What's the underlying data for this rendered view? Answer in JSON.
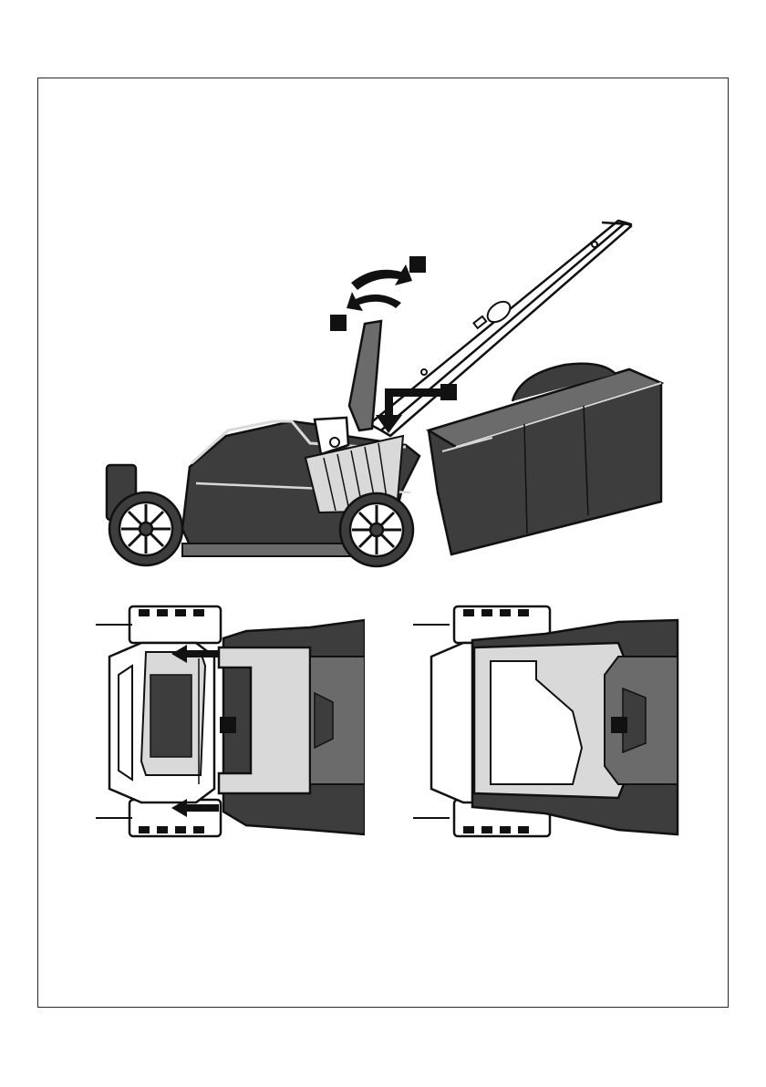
{
  "colors": {
    "frame": "#2a2a2a",
    "body_dark": "#3d3d3d",
    "body_mid": "#6b6b6b",
    "body_light": "#d9d9d9",
    "outline": "#111111",
    "marker": "#111111"
  },
  "figures": [
    {
      "id": "attach-side-view",
      "icon": "lawnmower-grass-box-attach-icon"
    },
    {
      "id": "top-view-before",
      "icon": "grass-box-slide-in-icon"
    },
    {
      "id": "top-view-after",
      "icon": "grass-box-attached-icon"
    }
  ],
  "markers": [
    {
      "id": "step-marker-flap-up"
    },
    {
      "id": "step-marker-flap-down"
    },
    {
      "id": "step-marker-insert"
    },
    {
      "id": "step-marker-slide"
    },
    {
      "id": "step-marker-locked"
    }
  ]
}
